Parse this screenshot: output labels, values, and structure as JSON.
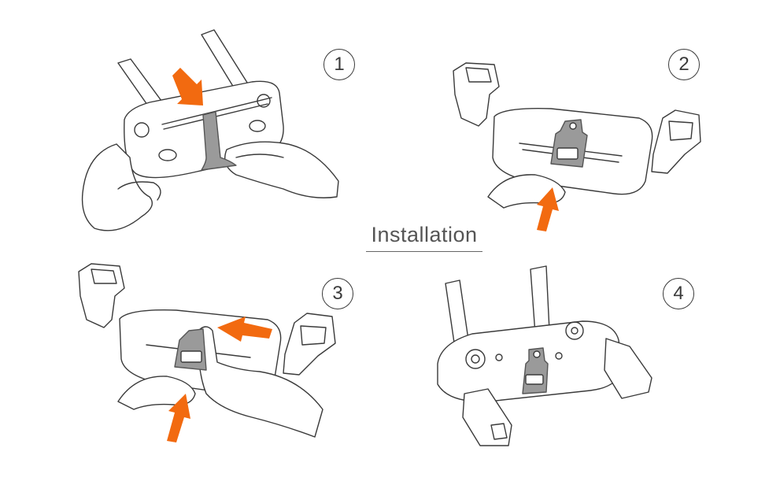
{
  "title": "Installation",
  "steps": [
    {
      "number": "1"
    },
    {
      "number": "2"
    },
    {
      "number": "3"
    },
    {
      "number": "4"
    }
  ],
  "colors": {
    "line": "#3a3a3a",
    "clip": "#9a9a9a",
    "arrow": "#f26a10",
    "background": "#ffffff"
  },
  "icons": [
    "controller-antennas",
    "hand",
    "phone-holder-clamp",
    "cable-clip",
    "push-arrow"
  ]
}
